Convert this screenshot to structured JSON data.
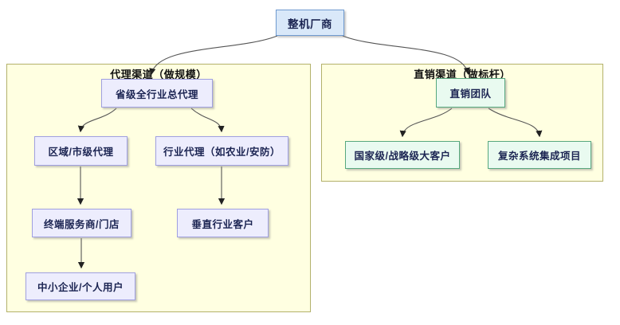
{
  "root": {
    "label": "整机厂商"
  },
  "groups": [
    {
      "title": "代理渠道（做规模）",
      "nodes": [
        {
          "label": "省级全行业总代理"
        },
        {
          "label": "区域/市级代理"
        },
        {
          "label": "行业代理（如农业/安防）"
        },
        {
          "label": "终端服务商/门店"
        },
        {
          "label": "垂直行业客户"
        },
        {
          "label": "中小企业/个人用户"
        }
      ]
    },
    {
      "title": "直销渠道（做标杆）",
      "nodes": [
        {
          "label": "直销团队"
        },
        {
          "label": "国家级/战略级大客户"
        },
        {
          "label": "复杂系统集成项目"
        }
      ]
    }
  ],
  "edges": [
    {
      "from": "整机厂商",
      "to": "省级全行业总代理"
    },
    {
      "from": "整机厂商",
      "to": "直销团队"
    },
    {
      "from": "省级全行业总代理",
      "to": "区域/市级代理"
    },
    {
      "from": "省级全行业总代理",
      "to": "行业代理（如农业/安防）"
    },
    {
      "from": "区域/市级代理",
      "to": "终端服务商/门店"
    },
    {
      "from": "行业代理（如农业/安防）",
      "to": "垂直行业客户"
    },
    {
      "from": "终端服务商/门店",
      "to": "中小企业/个人用户"
    },
    {
      "from": "直销团队",
      "to": "国家级/战略级大客户"
    },
    {
      "from": "直销团队",
      "to": "复杂系统集成项目"
    }
  ],
  "colors": {
    "root_fill": "#d9e8f9",
    "root_border": "#6f9ad0",
    "agency_node_fill": "#ededfd",
    "agency_node_border": "#9f9fe0",
    "direct_node_fill": "#e9faf0",
    "direct_node_border": "#57a87e",
    "group_fill": "#ffffe1",
    "group_border": "#b3b16b",
    "edge": "#555555",
    "node_text": "#1b2452",
    "title_text": "#101010"
  }
}
